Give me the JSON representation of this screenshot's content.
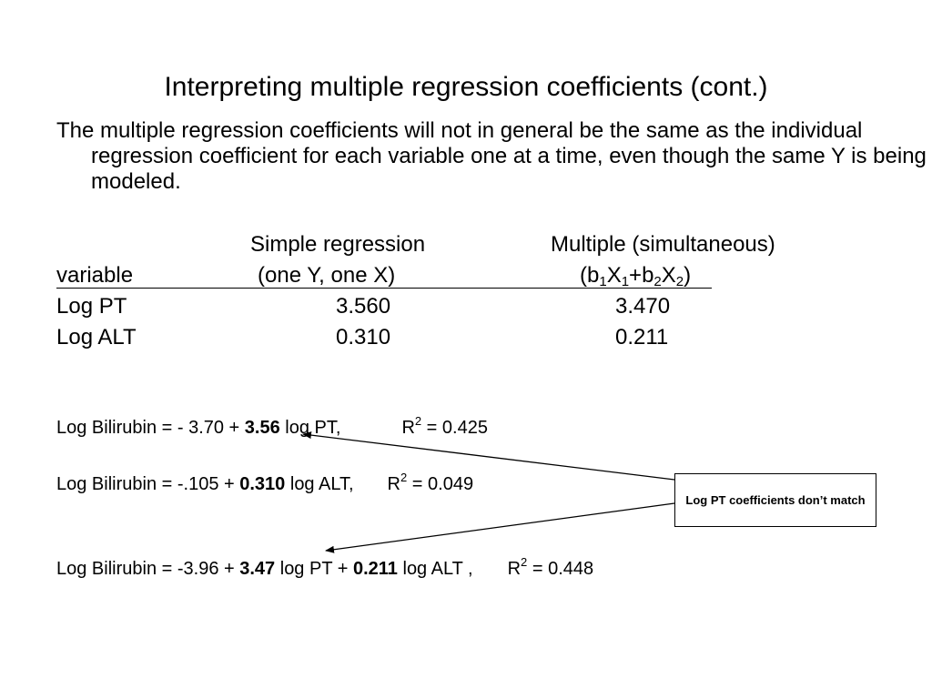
{
  "title": "Interpreting multiple regression coefficients (cont.)",
  "intro": "The multiple regression coefficients will not in general be the same as the individual regression coefficient for each variable one at a time, even though the same Y is being modeled.",
  "table": {
    "header1": {
      "simple": "Simple regression",
      "multiple": "Multiple (simultaneous)"
    },
    "header2": {
      "variable": "variable",
      "simple": "(one Y, one X)",
      "mult_open": "(b",
      "sub1": "1",
      "x1": "X",
      "sub2": "1",
      "plus_b": "+b",
      "sub3": "2",
      "x2": "X",
      "sub4": "2",
      "close": ")"
    },
    "rows": [
      {
        "variable": "Log PT",
        "simple": "3.560",
        "multiple": "3.470"
      },
      {
        "variable": "Log ALT",
        "simple": "0.310",
        "multiple": "0.211"
      }
    ]
  },
  "equations": {
    "eq1": {
      "lhs": "Log Bilirubin = - 3.70 + ",
      "coef": "3.56",
      "term": " log PT,",
      "r_label": "R",
      "r_sup": "2",
      "r_val": " = 0.425"
    },
    "eq2": {
      "lhs": "Log Bilirubin =  -.105 + ",
      "coef": "0.310",
      "term": " log ALT,",
      "r_label": "R",
      "r_sup": "2",
      "r_val": " = 0.049"
    },
    "eq3": {
      "lhs": "Log Bilirubin = -3.96 + ",
      "coef1": "3.47",
      "mid": " log PT + ",
      "coef2": "0.211",
      "term": " log ALT ,",
      "r_label": "R",
      "r_sup": "2",
      "r_val": " = 0.448"
    }
  },
  "callout": "Log PT coefficients don’t match"
}
